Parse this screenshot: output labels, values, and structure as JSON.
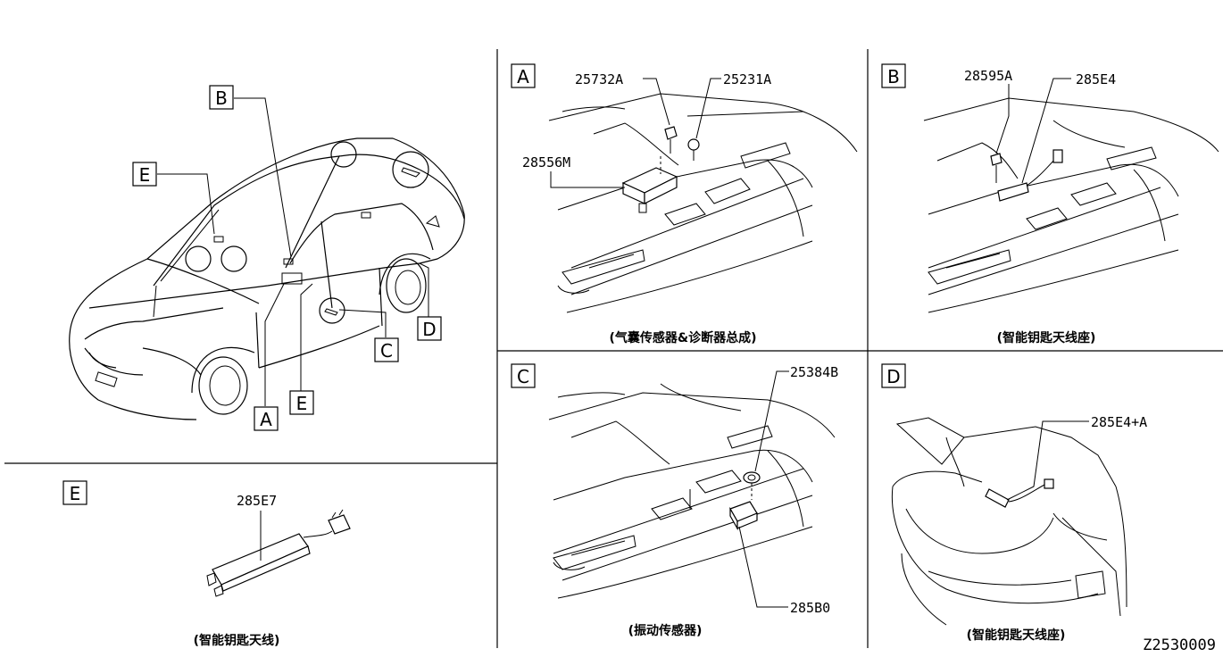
{
  "panels": {
    "overview": {
      "callouts": [
        "A",
        "B",
        "C",
        "D",
        "E",
        "E"
      ]
    },
    "A": {
      "tag": "A",
      "parts": [
        "25732A",
        "25231A",
        "28556M"
      ],
      "caption": "(气囊传感器&诊断器总成)"
    },
    "B": {
      "tag": "B",
      "parts": [
        "28595A",
        "285E4"
      ],
      "caption": "(智能钥匙天线座)"
    },
    "C": {
      "tag": "C",
      "parts": [
        "25384B",
        "285B0"
      ],
      "caption": "(振动传感器)"
    },
    "D": {
      "tag": "D",
      "parts": [
        "285E4+A"
      ],
      "caption": "(智能钥匙天线座)"
    },
    "E": {
      "tag": "E",
      "parts": [
        "285E7"
      ],
      "caption": "(智能钥匙天线)"
    }
  },
  "drawing_number": "Z2530009"
}
